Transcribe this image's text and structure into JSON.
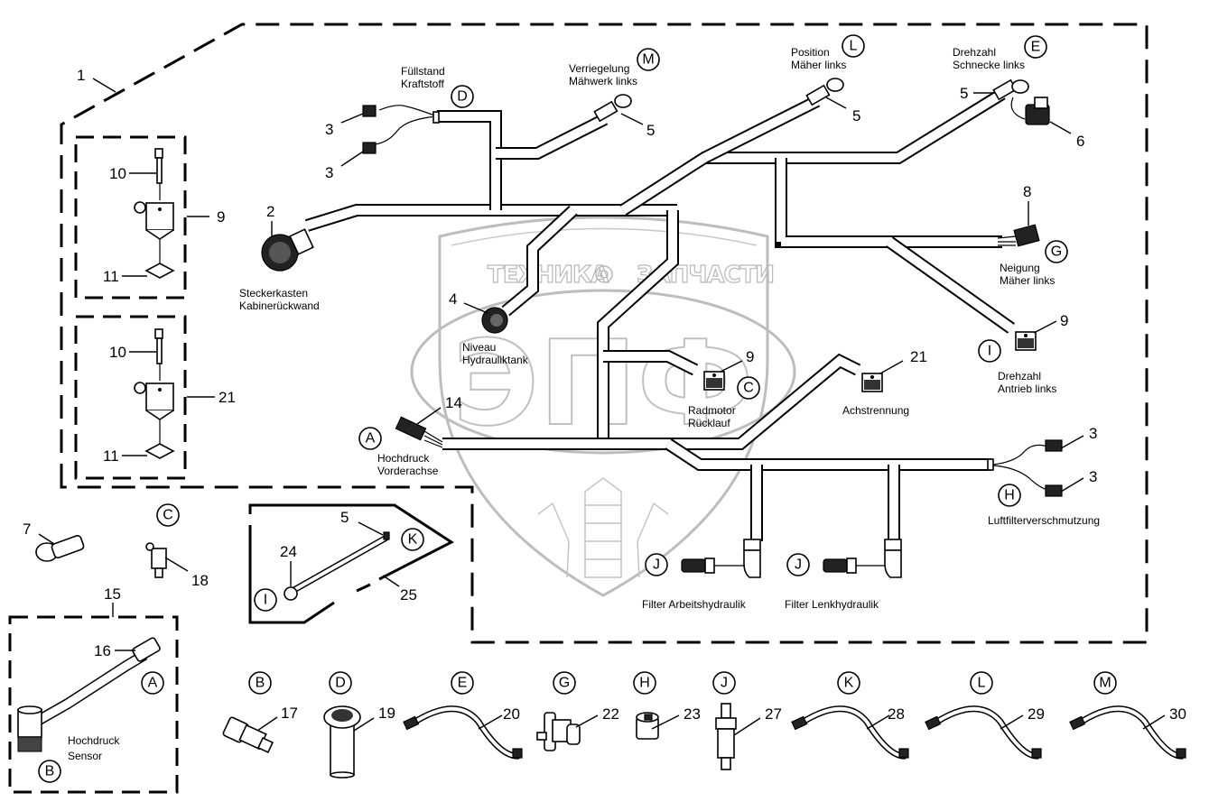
{
  "diagram": {
    "title": "Kabelbaum Mähwerk links",
    "watermark": {
      "left_text": "ТЕХНИКА",
      "right_text": "ЗАПЧАСТИ",
      "logo_letters": "ЭПФ"
    },
    "callouts": {
      "n1": "1",
      "n2": "2",
      "n3a": "3",
      "n3b": "3",
      "n3c": "3",
      "n3d": "3",
      "n4": "4",
      "n5a": "5",
      "n5b": "5",
      "n5c": "5",
      "n5d": "5",
      "n6": "6",
      "n7": "7",
      "n8": "8",
      "n9a": "9",
      "n9b": "9",
      "n9c": "9",
      "n10a": "10",
      "n10b": "10",
      "n11a": "11",
      "n11b": "11",
      "n14": "14",
      "n15": "15",
      "n16": "16",
      "n17": "17",
      "n18": "18",
      "n19": "19",
      "n20": "20",
      "n21a": "21",
      "n21b": "21",
      "n22": "22",
      "n23": "23",
      "n24": "24",
      "n25": "25",
      "n27": "27",
      "n28": "28",
      "n29": "29",
      "n30": "30"
    },
    "letters": {
      "A1": "A",
      "A2": "A",
      "B1": "B",
      "B2": "B",
      "C1": "C",
      "C2": "C",
      "D1": "D",
      "D2": "D",
      "E1": "E",
      "E2": "E",
      "G1": "G",
      "G2": "G",
      "H1": "H",
      "H2": "H",
      "I1": "I",
      "I2": "I",
      "J1": "J",
      "J2": "J",
      "J3": "J",
      "K1": "K",
      "K2": "K",
      "L1": "L",
      "L2": "L",
      "M1": "M",
      "M2": "M"
    },
    "labels": {
      "fuellstand_1": "Füllstand",
      "fuellstand_2": "Kraftstoff",
      "verriegelung_1": "Verriegelung",
      "verriegelung_2": "Mähwerk links",
      "position_1": "Position",
      "position_2": "Mäher links",
      "drehzahl_schnecke_1": "Drehzahl",
      "drehzahl_schnecke_2": "Schnecke links",
      "steckerkasten_1": "Steckerkasten",
      "steckerkasten_2": "Kabinerückwand",
      "neigung_1": "Neigung",
      "neigung_2": "Mäher links",
      "niveau_1": "Niveau",
      "niveau_2": "Hydrauliktank",
      "drehzahl_antrieb_1": "Drehzahl",
      "drehzahl_antrieb_2": "Antrieb links",
      "radmotor_1": "Radmotor",
      "radmotor_2": "Rücklauf",
      "achstrennung": "Achstrennung",
      "hochdruck_va_1": "Hochdruck",
      "hochdruck_va_2": "Vorderachse",
      "luftfilter": "Luftfilterverschmutzung",
      "filter_arbeit": "Filter Arbeitshydraulik",
      "filter_lenk": "Filter Lenkhydraulik",
      "hochdruck_sensor_1": "Hochdruck",
      "hochdruck_sensor_2": "Sensor"
    }
  }
}
